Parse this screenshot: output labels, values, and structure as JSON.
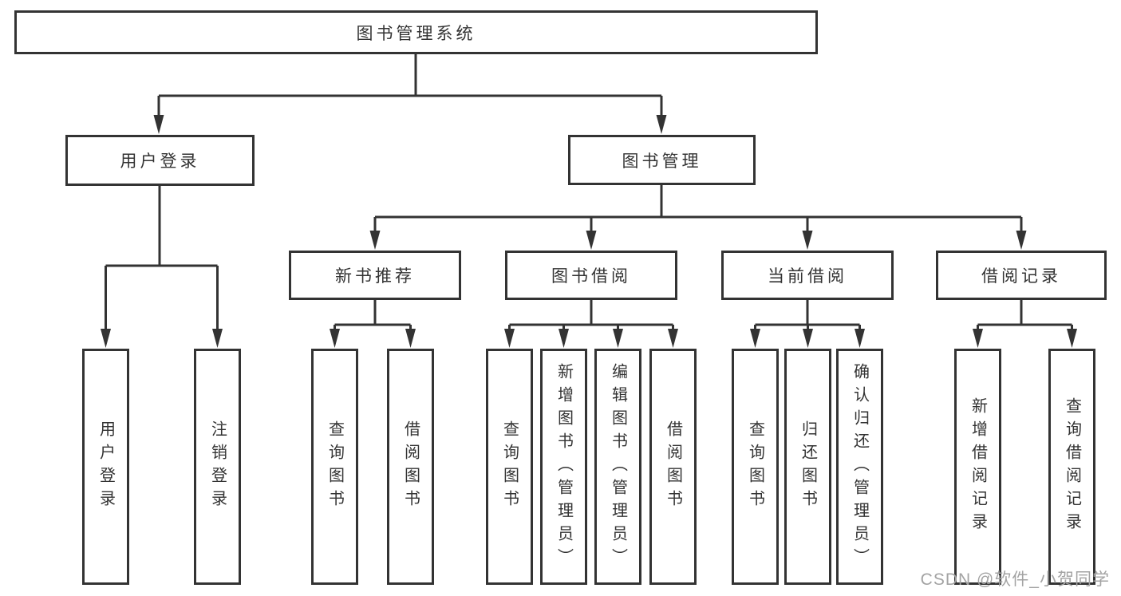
{
  "watermark": "CSDN @软件_小贺同学",
  "colors": {
    "line": "#333333",
    "text": "#333333",
    "box_background": "#ffffff",
    "watermark": "#a3a3a3"
  },
  "tree": {
    "root": "图书管理系统",
    "branches": [
      {
        "label": "用户登录",
        "children": [
          "用户登录",
          "注销登录"
        ]
      },
      {
        "label": "图书管理",
        "children": [
          {
            "label": "新书推荐",
            "children": [
              "查询图书",
              "借阅图书"
            ]
          },
          {
            "label": "图书借阅",
            "children": [
              "查询图书",
              "新增图书（管理员）",
              "编辑图书（管理员）",
              "借阅图书"
            ]
          },
          {
            "label": "当前借阅",
            "children": [
              "查询图书",
              "归还图书",
              "确认归还（管理员）"
            ]
          },
          {
            "label": "借阅记录",
            "children": [
              "新增借阅记录",
              "查询借阅记录"
            ]
          }
        ]
      }
    ]
  }
}
